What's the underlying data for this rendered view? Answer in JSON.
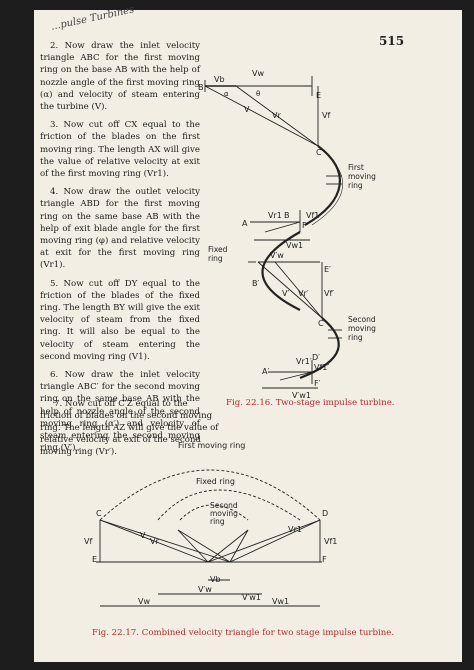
{
  "header": {
    "running_title": "...pulse Turbines",
    "page_number": "515"
  },
  "steps": {
    "s2": "2. Now draw the inlet velocity triangle ABC for the first moving ring on the base AB with the help of nozzle angle of the first moving ring (α) and velocity of steam entering the turbine (V).",
    "s3": "3. Now cut off CX equal to the friction of the blades on the first moving ring. The length AX will give the value of relative velocity at exit of the first moving ring (Vr1).",
    "s4": "4. Now draw the outlet velocity triangle ABD for the first moving ring on the same base AB with the help of exit blade angle for the first moving ring (φ) and relative velocity at exit for the first moving ring (Vr1).",
    "s5": "5. Now cut off DY equal to the friction of the blades of the fixed ring. The length BY will give the exit velocity of steam from the fixed ring. It will also be equal to the velocity of steam entering the second moving ring (V1).",
    "s6": "6. Now draw the inlet velocity triangle ABC′ for the second moving ring on the same base AB with the help of nozzle angle of the second moving ring (α′) and velocity of steam entering the second moving ring (V′)",
    "s7": "7. Now cut off C′Z equal to the friction of blades on the second moving ring. The length AZ will give the value of relative velocity at exit of the second moving ring (Vr′)."
  },
  "figure1": {
    "caption": "Fig. 22.16.  Two-stage impulse turbine.",
    "labels": {
      "first_moving_ring": [
        "First",
        "moving",
        "ring"
      ],
      "fixed_ring": [
        "Fixed",
        "ring"
      ],
      "second_moving_ring": [
        "Second",
        "moving",
        "ring"
      ],
      "vw": "Vw",
      "vb": "Vb",
      "v": "V",
      "vr": "Vr",
      "vf": "Vf",
      "alpha": "α",
      "theta": "θ",
      "vr1": "Vr1",
      "vf1": "Vf1",
      "vw1": "Vw1",
      "vwp": "V′w",
      "vp": "V′",
      "vrp": "Vr′",
      "vfp": "Vf′",
      "vr1p": "Vr1′",
      "vf1p": "Vf1′",
      "vw1p": "V′w1"
    }
  },
  "figure2": {
    "caption": "Fig. 22.17.  Combined velocity triangle for two stage impulse turbine.",
    "labels": {
      "first_moving_ring": "First moving ring",
      "fixed_ring": "Fixed ring",
      "second_moving_ring": [
        "Second",
        "moving",
        "ring"
      ],
      "vw": "Vw",
      "vwp": "V′w",
      "vw1p": "V′w1",
      "vw1": "Vw1",
      "vb": "Vb",
      "vf": "Vf",
      "vf1": "Vf1",
      "v": "V",
      "vr": "Vr",
      "vr1": "Vr1"
    }
  }
}
